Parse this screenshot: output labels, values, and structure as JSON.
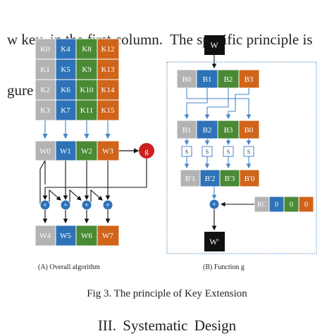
{
  "paper": {
    "text_lines": [
      "w key  in the first column.  The specific principle is",
      "gure 3."
    ],
    "figure": {
      "key_matrix": [
        [
          "K0",
          "K4",
          "K8",
          "K12"
        ],
        [
          "K1",
          "K5",
          "K9",
          "K13"
        ],
        [
          "K2",
          "K6",
          "K10",
          "K14"
        ],
        [
          "K3",
          "K7",
          "K11",
          "K15"
        ]
      ],
      "w_row": [
        "W0",
        "W1",
        "W2",
        "W3"
      ],
      "g_label": "g",
      "plus_symbol": "+",
      "w_out_row": [
        "W4",
        "W5",
        "W6",
        "W7"
      ],
      "w_input": "W",
      "b_row": [
        "B0",
        "B1",
        "B2",
        "B3"
      ],
      "b_rot_row": [
        "B1",
        "B2",
        "B3",
        "B0"
      ],
      "s_label": "S",
      "b_sub_row": [
        "B'1",
        "B'2",
        "B'3",
        "B'0"
      ],
      "rc_row": [
        "RC",
        "0",
        "0",
        "0"
      ],
      "w_output": "W'",
      "caption_a": "(A) Overall algorithm",
      "caption_b": "(B) Function g"
    },
    "figure_caption": "Fig 3. The principle of Key Extension",
    "section_heading": "III.    Systematic Design"
  },
  "colors": {
    "gray": "#b3b3b3",
    "blue": "#2e72b8",
    "green": "#4b8a35",
    "orange": "#d0641a",
    "red": "#cc1f1f",
    "arrow_blue": "#4a86c8",
    "black": "#111111"
  }
}
